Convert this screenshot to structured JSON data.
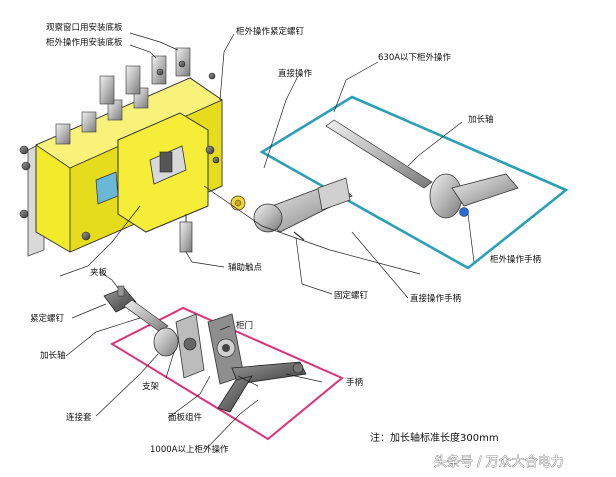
{
  "labels": {
    "viewing_window_plate": "观察窗口用安装底板",
    "external_operation_plate": "柜外操作用安装底板",
    "external_operation_screw": "柜外操作紧定螺钉",
    "operation_630a": "630A以下柜外操作",
    "direct_operation": "直接操作",
    "extension_shaft_top": "加长轴",
    "external_handle_top": "柜外操作手柄",
    "auxiliary_contact": "辅助触点",
    "fixing_screw": "固定螺钉",
    "direct_operation_handle": "直接操作手柄",
    "clamp_plate": "夹板",
    "set_screw": "紧定螺钉",
    "extension_shaft_bottom": "加长轴",
    "cabinet_door": "柜门",
    "bracket": "支架",
    "handle": "手柄",
    "coupling_sleeve": "连接套",
    "panel_assembly": "面板组件",
    "operation_1000a": "1000A以上柜外操作"
  },
  "note": "注：加长轴标准长度300mm",
  "watermark": "头条号 / 万众大合电力",
  "colors": {
    "box_630a": "#2aa0b8",
    "box_1000a": "#e0307a",
    "switch_body": "#f2ea2a",
    "metal": "#c8c8c8"
  }
}
